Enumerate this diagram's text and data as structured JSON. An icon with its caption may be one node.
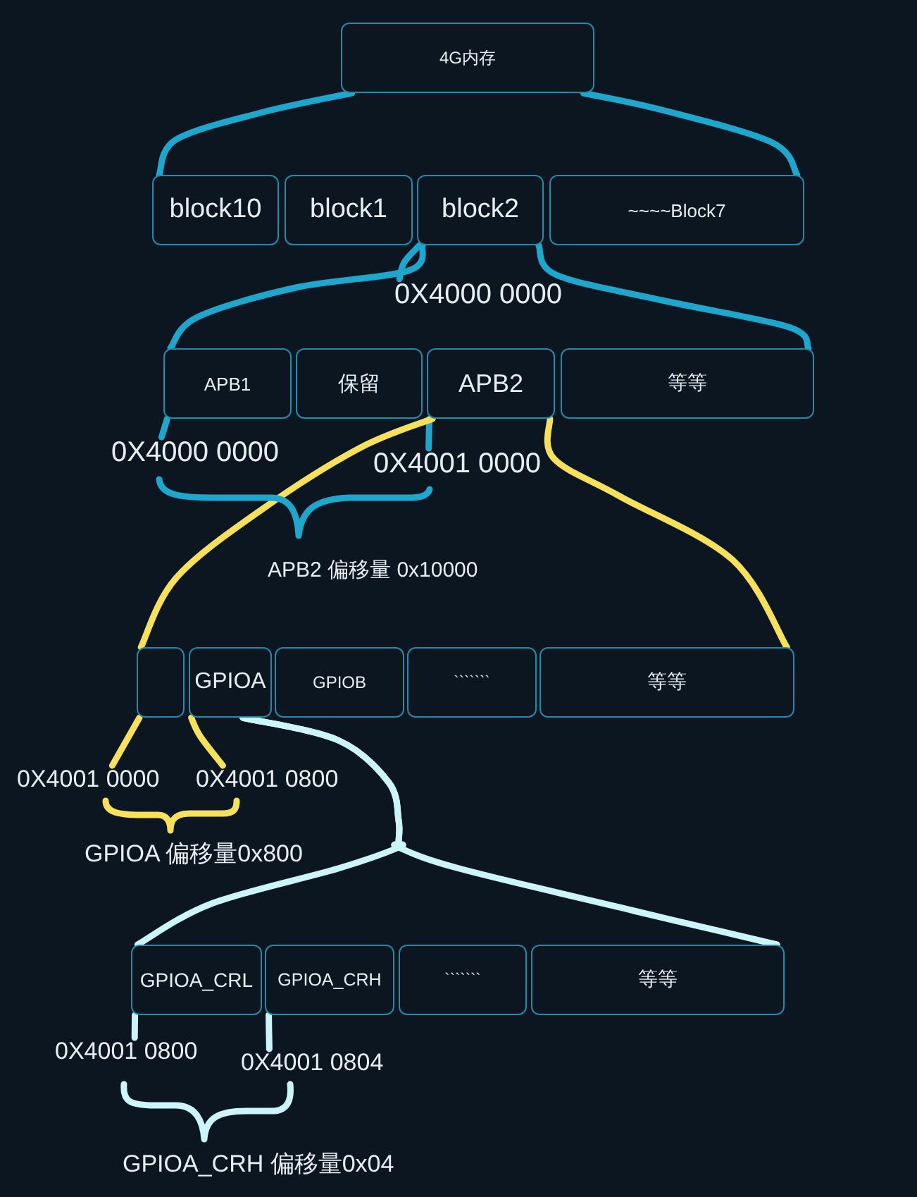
{
  "diagram": {
    "nodes": [
      {
        "text": [
          "4G内存"
        ]
      },
      {
        "text": [
          "block10"
        ]
      },
      {
        "text": [
          "block1"
        ]
      },
      {
        "text": [
          "block2"
        ]
      },
      {
        "text": [
          "~~~~Block7"
        ]
      },
      {
        "text": [
          "0X4000 0000"
        ]
      },
      {
        "text": [
          "APB1"
        ]
      },
      {
        "text": [
          "保留"
        ]
      },
      {
        "text": [
          "APB2"
        ]
      },
      {
        "text": [
          "等等"
        ]
      },
      {
        "text": [
          "0X4000 0000"
        ]
      },
      {
        "text": [
          "0X4001 0000"
        ]
      },
      {
        "text": [],
        "shape": "box"
      },
      {
        "text": [
          "GPIOA"
        ]
      },
      {
        "text": [
          "GPIOB"
        ]
      },
      {
        "text": [
          "```````"
        ]
      },
      {
        "text": [
          "等等"
        ]
      },
      {
        "text": [
          "0X4001 0000"
        ]
      },
      {
        "text": [
          "0X4001 0800"
        ]
      },
      {
        "text": [
          "GPIOA_CRL"
        ]
      },
      {
        "text": [
          "GPIOA_CRH"
        ]
      },
      {
        "text": [
          "```````"
        ]
      },
      {
        "text": [
          "等等"
        ]
      },
      {
        "text": [
          "0X4001 0800"
        ]
      },
      {
        "text": [
          "0X4001 0804"
        ]
      }
    ],
    "edges": [
      {
        "from": 0,
        "to": 1,
        "arrow": "none"
      },
      {
        "from": 0,
        "to": 4,
        "arrow": "none"
      },
      {
        "from": 3,
        "to": 6,
        "arrow": "none"
      },
      {
        "from": 3,
        "to": 9,
        "arrow": "none"
      },
      {
        "from": 5,
        "to": 3,
        "arrow": "none"
      },
      {
        "from": 10,
        "to": 6,
        "arrow": "none"
      },
      {
        "from": 11,
        "to": 8,
        "arrow": "none"
      },
      {
        "from": 8,
        "to": 12,
        "arrow": "none",
        "color": "#f7e05c"
      },
      {
        "from": 8,
        "to": 16,
        "arrow": "none",
        "color": "#f7e05c"
      },
      {
        "from": 17,
        "to": 12,
        "arrow": "none",
        "color": "#f7e05c"
      },
      {
        "from": 18,
        "to": 13,
        "arrow": "none",
        "color": "#f7e05c"
      },
      {
        "from": 13,
        "to": 19,
        "arrow": "none",
        "color": "#cbf5f8"
      },
      {
        "from": 13,
        "to": 22,
        "arrow": "none",
        "color": "#cbf5f8"
      },
      {
        "from": 23,
        "to": 19,
        "arrow": "none",
        "color": "#cbf5f8"
      },
      {
        "from": 24,
        "to": 20,
        "arrow": "none",
        "color": "#cbf5f8"
      }
    ],
    "labels": [
      "APB2 偏移量 0x10000",
      "GPIOA 偏移量0x800",
      "GPIOA_CRH 偏移量0x04"
    ]
  }
}
